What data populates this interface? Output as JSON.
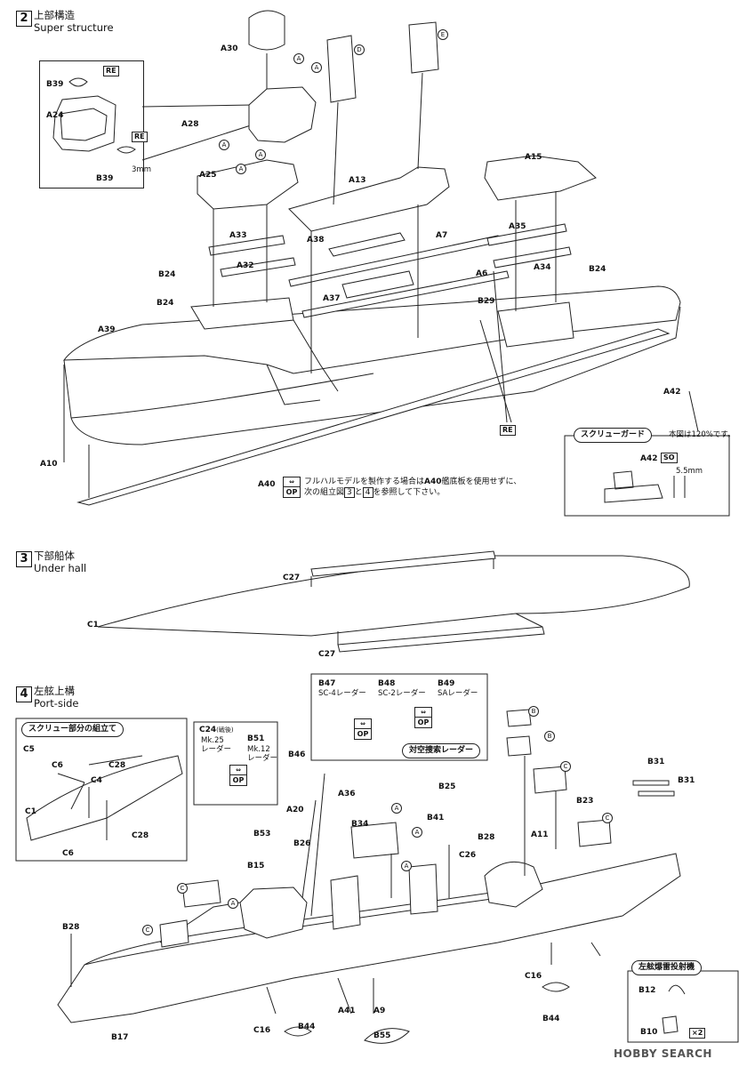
{
  "steps": [
    {
      "num": "2",
      "jp": "上部構造",
      "en": "Super structure"
    },
    {
      "num": "3",
      "jp": "下部船体",
      "en": "Under hall"
    },
    {
      "num": "4",
      "jp": "左舷上構",
      "en": "Port-side"
    }
  ],
  "step2_labels": [
    "A30",
    "A24",
    "B39",
    "B39",
    "A28",
    "A25",
    "A13",
    "A15",
    "A33",
    "A32",
    "A38",
    "A7",
    "A35",
    "A34",
    "B24",
    "B24",
    "B24",
    "A37",
    "A6",
    "B29",
    "A39",
    "A10",
    "A42",
    "A40"
  ],
  "step2_callouts": [
    "A",
    "A",
    "A",
    "A",
    "A",
    "D",
    "E"
  ],
  "tags": {
    "re": "RE",
    "so": "SO"
  },
  "inset_dim": "3mm",
  "screw_guard": {
    "title": "スクリューガード",
    "note": "本図は120%です。",
    "part": "A42",
    "dim": "5.5mm"
  },
  "step2_note": {
    "part": "A40",
    "op_top": "⇔",
    "op_bot": "OP",
    "text1": "フルハルモデルを製作する場合は",
    "bold": "A40",
    "text2": "艦底板を使用せずに、",
    "text3": "次の組立図",
    "n3": "3",
    "and": "と",
    "n4": "4",
    "text4": "を参照して下さい。"
  },
  "step3_labels": [
    "C27",
    "C1",
    "C27"
  ],
  "step4": {
    "radar_box": {
      "title": "対空捜索レーダー",
      "items": [
        {
          "part": "B47",
          "name": "SC-4レーダー"
        },
        {
          "part": "B48",
          "name": "SC-2レーダー"
        },
        {
          "part": "B49",
          "name": "SAレーダー"
        }
      ]
    },
    "screw_assembly": {
      "title": "スクリュー部分の組立て",
      "labels": [
        "C5",
        "C6",
        "C28",
        "C4",
        "C1",
        "C28",
        "C6"
      ]
    },
    "mk_box": {
      "c24": "C24",
      "c24_note": "(戦後)",
      "c24_line1": "Mk.25",
      "c24_line2": "レーダー",
      "b51": "B51",
      "b51_line1": "Mk.12",
      "b51_line2": "レーダー"
    },
    "labels": [
      "B46",
      "A36",
      "A20",
      "B53",
      "B26",
      "B15",
      "B34",
      "B25",
      "B41",
      "B28",
      "C26",
      "B23",
      "A11",
      "B31",
      "B31",
      "B28",
      "C16",
      "B44",
      "A41",
      "A9",
      "B55",
      "C16",
      "B44",
      "B17"
    ],
    "callouts": [
      "B",
      "B",
      "C",
      "C",
      "C",
      "C",
      "A",
      "A",
      "A",
      "A"
    ],
    "torpedo_box": {
      "title": "左舷爆雷投射機",
      "b12": "B12",
      "b10": "B10",
      "x2": "×2"
    }
  },
  "watermark": "HOBBY SEARCH"
}
